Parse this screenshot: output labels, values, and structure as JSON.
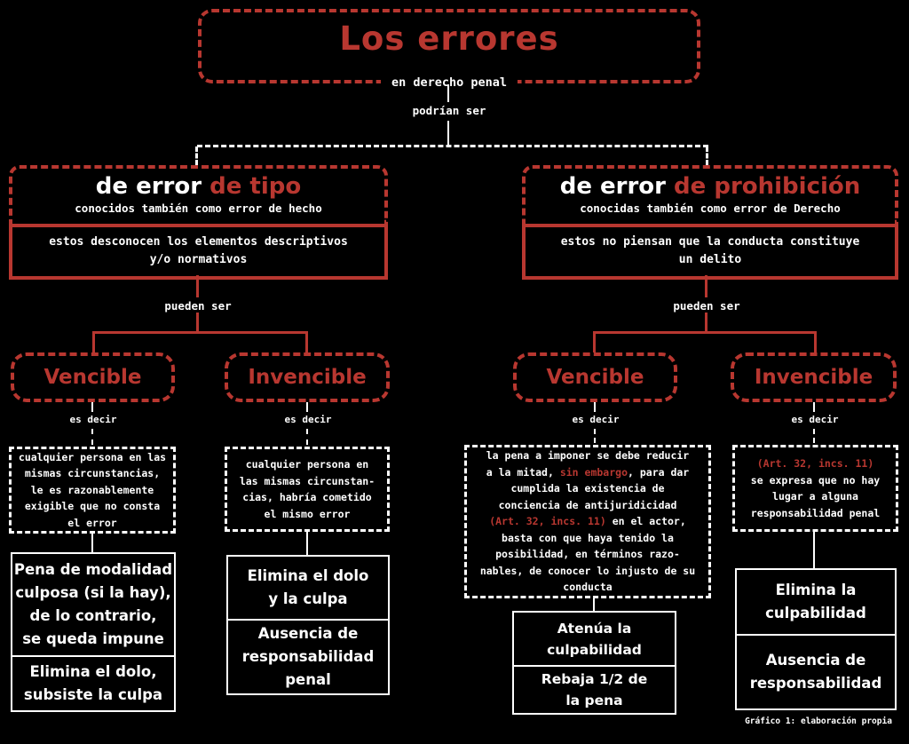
{
  "colors": {
    "background": "#000000",
    "accent_red": "#b83730",
    "text_white": "#ffffff"
  },
  "root": {
    "title": "Los errores",
    "subtitle": "en derecho penal",
    "connector_label": "podrían ser"
  },
  "branches": [
    {
      "title_prefix": "de error ",
      "title_highlight": "de tipo",
      "subtitle": "conocidos también como error de hecho",
      "description": "estos desconocen los elementos descriptivos\ny/o normativos",
      "connector_label": "pueden ser"
    },
    {
      "title_prefix": "de error ",
      "title_highlight": "de prohibición",
      "subtitle": "conocidas también como error de Derecho",
      "description": "estos no piensan que la conducta constituye\nun delito",
      "connector_label": "pueden ser"
    }
  ],
  "columns": [
    {
      "heading": "Vencible",
      "connector_label": "es decir",
      "note": "cualquier persona en las\nmismas circunstancias,\nle es razonablemente\nexigible que no consta\nel error",
      "outcomes": [
        "Pena de modalidad\nculposa (si la hay),\nde lo contrario,\nse queda impune",
        "Elimina el dolo,\nsubsiste la culpa"
      ]
    },
    {
      "heading": "Invencible",
      "connector_label": "es decir",
      "note": "cualquier persona en\nlas mismas circunstan-\ncias, habría cometido\nel mismo error",
      "outcomes": [
        "Elimina el dolo\ny la culpa",
        "Ausencia de\nresponsabilidad\npenal"
      ]
    },
    {
      "heading": "Vencible",
      "connector_label": "es decir",
      "note_segments": [
        {
          "color": "white",
          "text": "la pena a imponer se debe reducir\na la mitad, "
        },
        {
          "color": "red",
          "text": "sin embargo"
        },
        {
          "color": "white",
          "text": ", para dar\ncumplida la existencia de\nconciencia de antijuridicidad\n"
        },
        {
          "color": "red",
          "text": "(Art. 32, incs. 11)"
        },
        {
          "color": "white",
          "text": " en el actor,\nbasta con que haya tenido la\nposibilidad, en términos razo-\nnables, de conocer lo injusto de su\nconducta"
        }
      ],
      "outcomes": [
        "Atenúa la\nculpabilidad",
        "Rebaja 1/2 de\nla pena"
      ]
    },
    {
      "heading": "Invencible",
      "connector_label": "es decir",
      "note_segments": [
        {
          "color": "red",
          "text": "(Art. 32, incs. 11)"
        },
        {
          "color": "white",
          "text": "\nse expresa que no hay\nlugar a alguna\nresponsabilidad penal"
        }
      ],
      "outcomes": [
        "Elimina la\nculpabilidad",
        "Ausencia de\nresponsabilidad"
      ]
    }
  ],
  "caption": "Gráfico 1: elaboración propia"
}
